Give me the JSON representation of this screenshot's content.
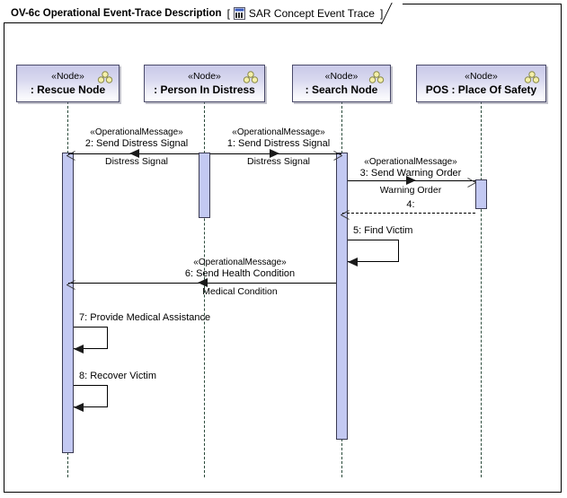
{
  "frame": {
    "title": "OV-6c Operational Event-Trace Description",
    "bracket_open": "[",
    "bracket_close": "]",
    "diagram_name": "SAR Concept Event Trace",
    "tab_icon": "event-trace-diagram-icon"
  },
  "lifelines": [
    {
      "stereotype": "«Node»",
      "name": ": Rescue Node",
      "icon": "node-icon"
    },
    {
      "stereotype": "«Node»",
      "name": ": Person In Distress",
      "icon": "node-icon"
    },
    {
      "stereotype": "«Node»",
      "name": ": Search Node",
      "icon": "node-icon"
    },
    {
      "stereotype": "«Node»",
      "name": "POS : Place Of Safety",
      "icon": "node-icon"
    }
  ],
  "messages": [
    {
      "seq": "1",
      "stereotype": "«OperationalMessage»",
      "name": "1: Send Distress Signal",
      "signal": "Distress Signal",
      "from": "Person In Distress",
      "to": "Search Node",
      "direction": "right",
      "style": "solid"
    },
    {
      "seq": "2",
      "stereotype": "«OperationalMessage»",
      "name": "2: Send Distress Signal",
      "signal": "Distress Signal",
      "from": "Person In Distress",
      "to": "Rescue Node",
      "direction": "left",
      "style": "solid"
    },
    {
      "seq": "3",
      "stereotype": "«OperationalMessage»",
      "name": "3: Send Warning Order",
      "signal": "Warning Order",
      "from": "Search Node",
      "to": "POS : Place Of Safety",
      "direction": "right",
      "style": "solid"
    },
    {
      "seq": "4",
      "stereotype": "",
      "name": "4:",
      "signal": "",
      "from": "POS : Place Of Safety",
      "to": "Search Node",
      "direction": "left",
      "style": "dashed"
    },
    {
      "seq": "5",
      "stereotype": "",
      "name": "5: Find Victim",
      "signal": "",
      "from": "Search Node",
      "to": "Search Node",
      "direction": "self",
      "style": "solid"
    },
    {
      "seq": "6",
      "stereotype": "«OperationalMessage»",
      "name": "6: Send Health Condition",
      "signal": "Medical Condition",
      "from": "Search Node",
      "to": "Rescue Node",
      "direction": "left",
      "style": "solid"
    },
    {
      "seq": "7",
      "stereotype": "",
      "name": "7: Provide Medical Assistance",
      "signal": "",
      "from": "Rescue Node",
      "to": "Rescue Node",
      "direction": "self",
      "style": "solid"
    },
    {
      "seq": "8",
      "stereotype": "",
      "name": "8: Recover Victim",
      "signal": "",
      "from": "Rescue Node",
      "to": "Rescue Node",
      "direction": "self",
      "style": "solid"
    }
  ],
  "colors": {
    "head_fill_top": "#c9c9e8",
    "head_border": "#4a4a6a",
    "activation_fill": "#c3c9f2",
    "activation_border": "#3a3a52",
    "lifeline_dash": "#2a4a3a",
    "line": "#000000",
    "icon_yellow": "#f2eaa0"
  }
}
